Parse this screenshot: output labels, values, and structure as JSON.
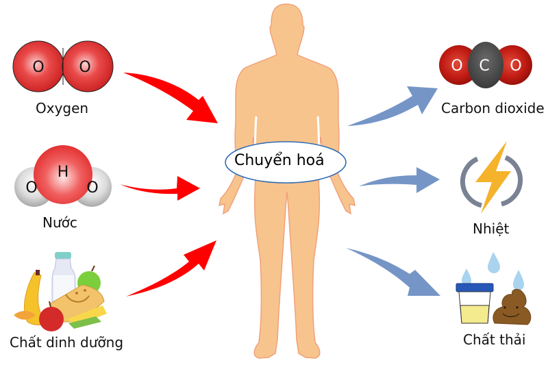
{
  "title": "Chuyển hoá",
  "colors": {
    "input_arrow": "#ff0000",
    "output_arrow": "#7595c6",
    "body_fill": "#f7c48e",
    "body_stroke": "#f1a07a",
    "ellipse_stroke": "#2e6bb5"
  },
  "inputs": [
    {
      "label": "Oxygen",
      "icon": "oxygen-molecule-icon",
      "atoms": [
        "O",
        "O"
      ]
    },
    {
      "label": "Nước",
      "icon": "water-molecule-icon",
      "atoms": [
        "O",
        "H",
        "O"
      ]
    },
    {
      "label": "Chất dinh dưỡng",
      "icon": "food-icon"
    }
  ],
  "outputs": [
    {
      "label": "Carbon dioxide",
      "icon": "carbon-dioxide-molecule-icon",
      "atoms": [
        "O",
        "C",
        "O"
      ]
    },
    {
      "label": "Nhiệt",
      "icon": "lightning-energy-icon"
    },
    {
      "label": "Chất thải",
      "icon": "waste-icon"
    }
  ]
}
